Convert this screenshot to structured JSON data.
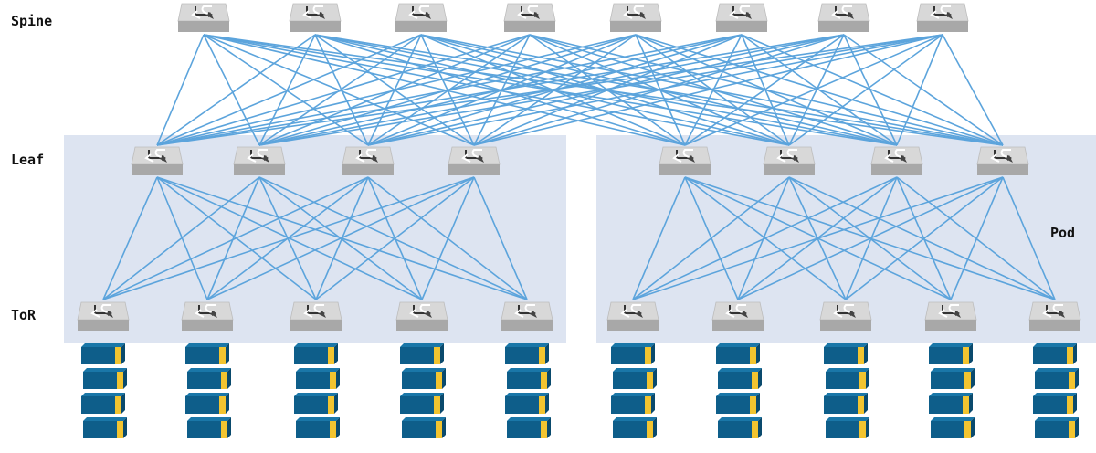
{
  "tiers": {
    "spine": "Spine",
    "leaf": "Leaf",
    "tor": "ToR"
  },
  "pod_label": "Pod",
  "colors": {
    "pod_background": "#dde4f1",
    "link": "#5ca4dc",
    "switch_top": "#d8d8d8",
    "switch_front": "#a8a8a8",
    "server_blue": "#0e5e8a",
    "server_accent": "#f2c430"
  },
  "counts": {
    "spine_switches": 8,
    "leaf_switches_per_pod": 4,
    "tor_switches_per_pod": 5,
    "servers_per_tor": 4,
    "pods": 2
  },
  "links": {
    "spine_to_leaf": "full-mesh",
    "leaf_to_tor": "full-mesh-within-pod"
  },
  "icons": {
    "switch": "network-switch-icon",
    "server": "server-icon"
  }
}
